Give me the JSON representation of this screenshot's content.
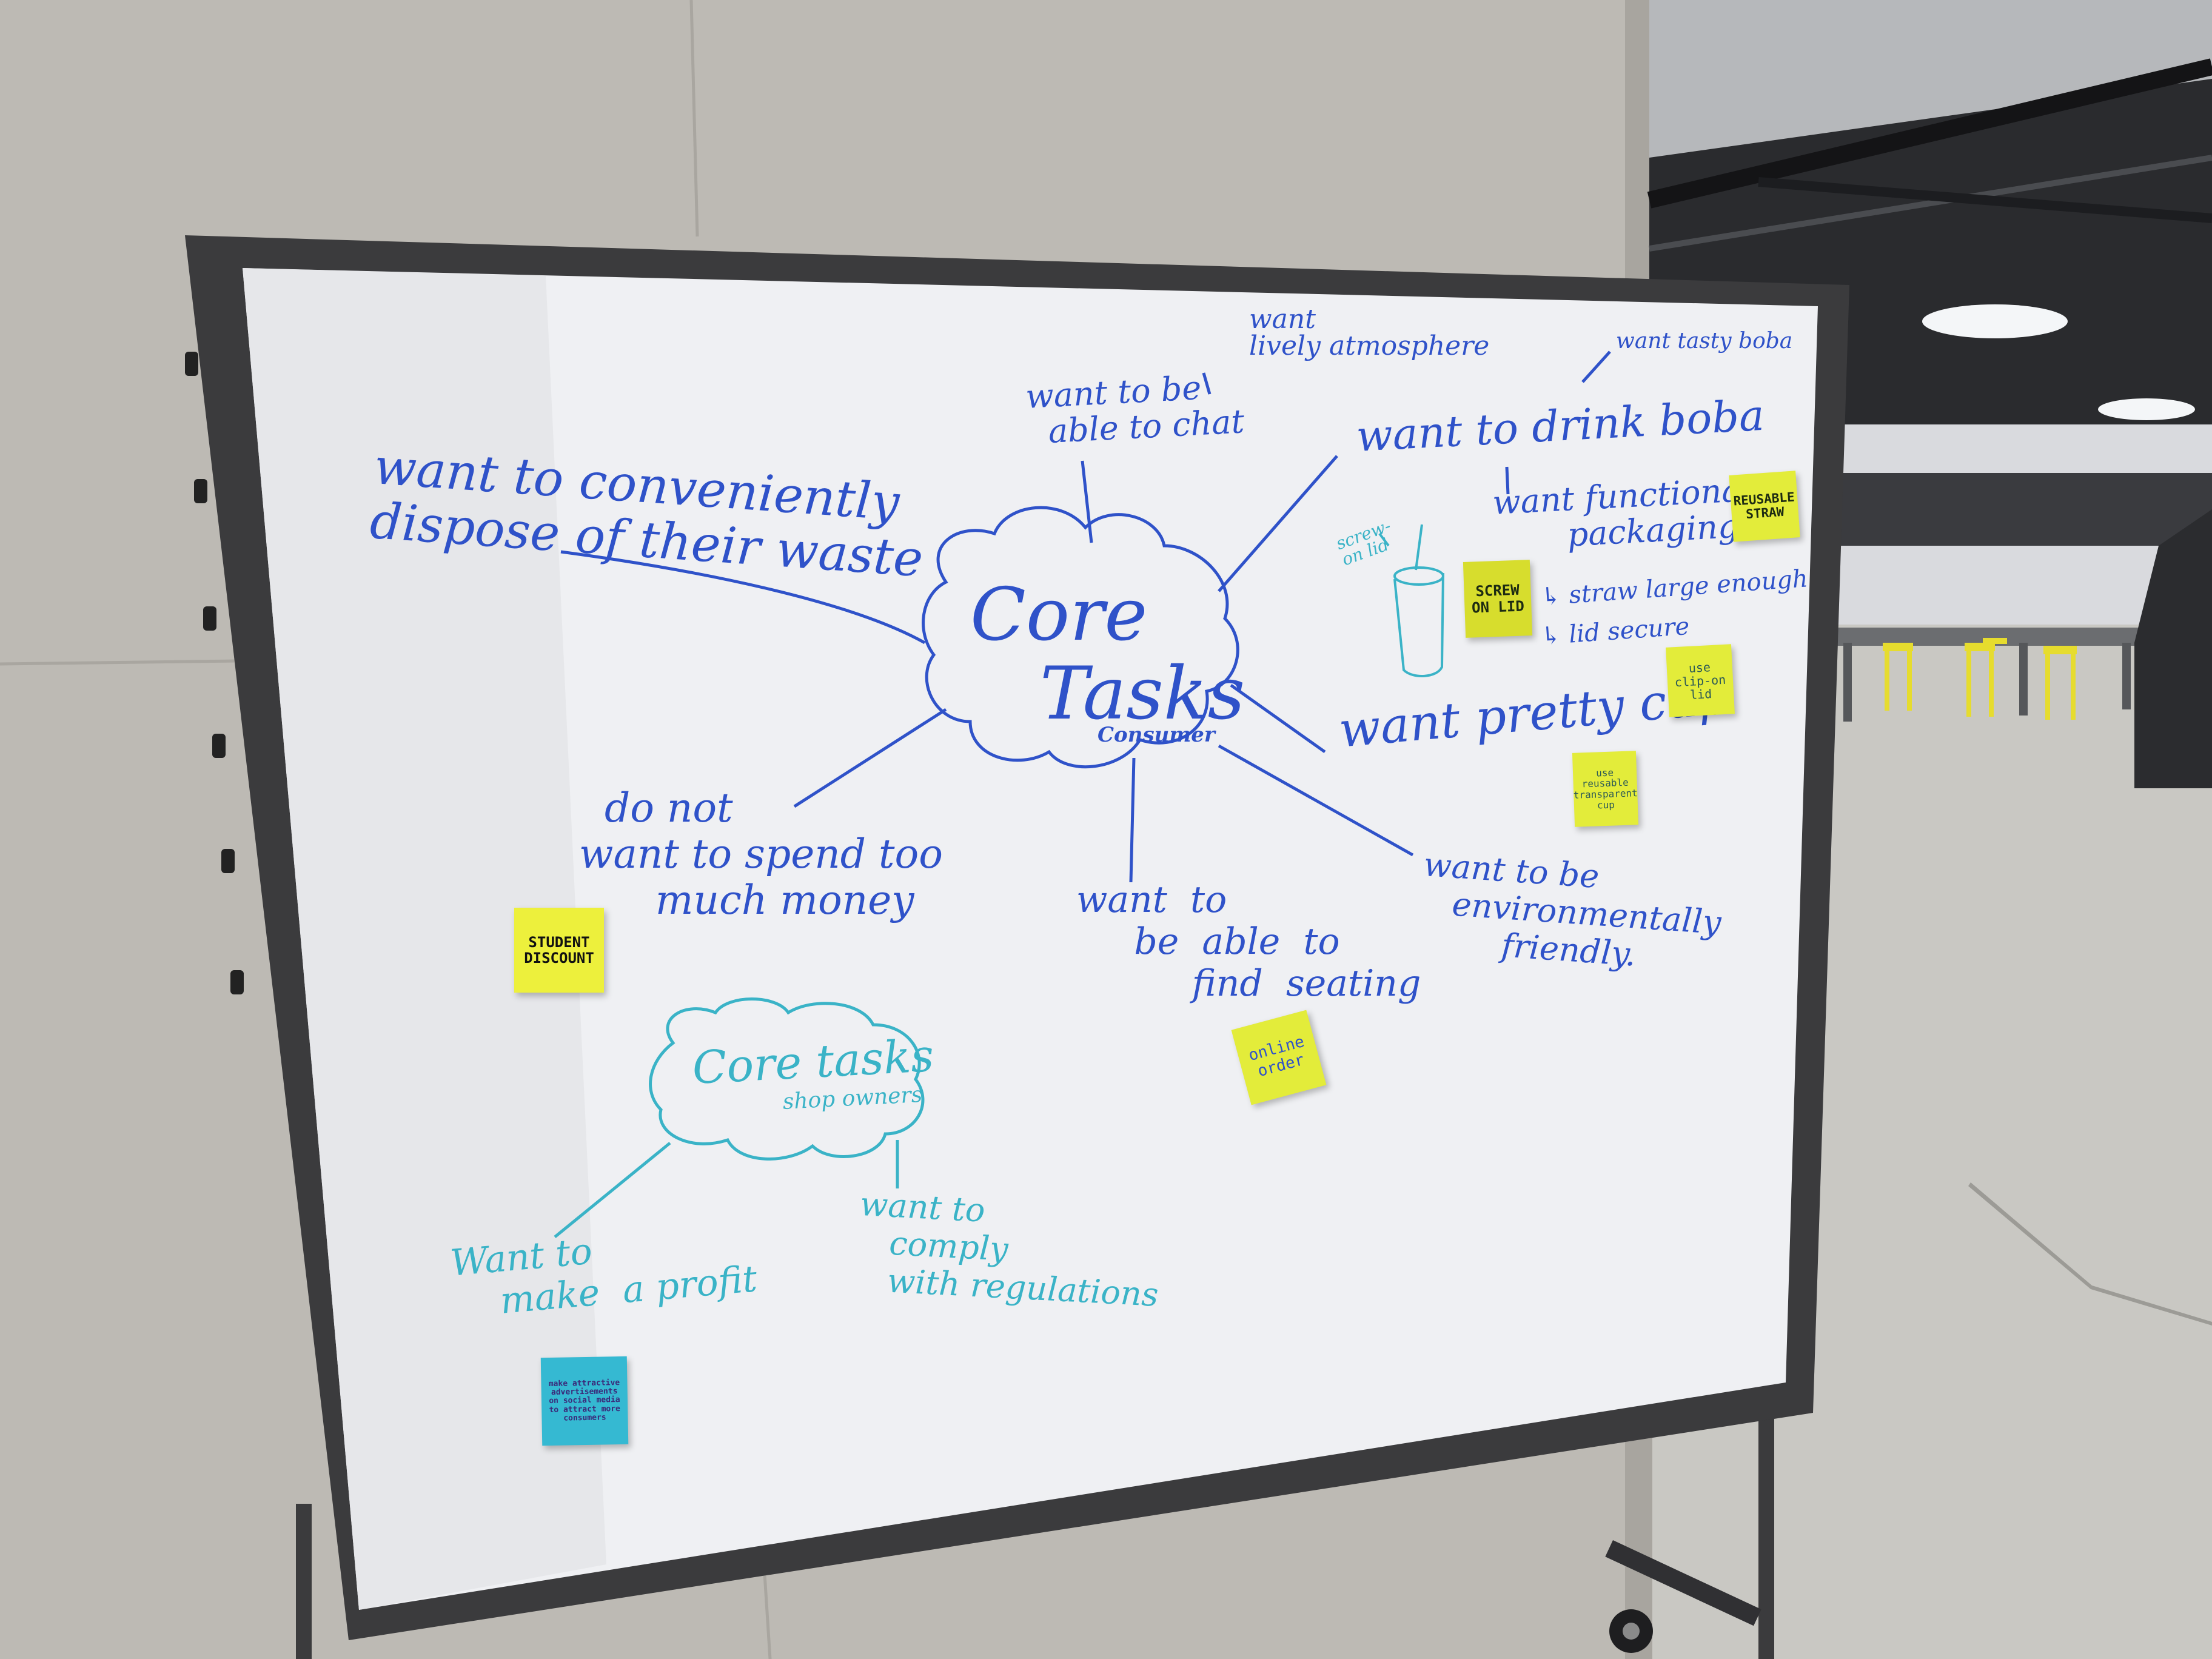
{
  "colors": {
    "wall": "#bdbab4",
    "board_surface": "#eff0f3",
    "board_frame": "#3b3b3d",
    "marker_blue": "#2f52c9",
    "marker_teal": "#3ab3c7",
    "sticky_yellow": "#e3ec3a",
    "sticky_blue": "#35b9d2",
    "floor": "#c9c8c3",
    "ceiling": "#2a2b2e",
    "stool_yellow": "#e6dc2e"
  },
  "whiteboard": {
    "consumer_cloud": {
      "title_line1": "Core",
      "title_line2": "Tasks",
      "subtitle": "Consumer"
    },
    "consumer_branches": {
      "waste": "want to conveniently\ndispose of their waste",
      "chat": "want to be\n  able to chat",
      "lively": "want\nlively atmosphere",
      "tasty": "want tasty boba",
      "drink": "want to drink boba",
      "packaging": "want functional\n       packaging",
      "straw": "↳ straw large enough",
      "lid": "↳ lid secure",
      "cup_sketch_label": "screw-\non lid",
      "pretty": "want pretty cup",
      "money": "  do not\nwant to spend too\n      much money",
      "seating": "want  to\n     be  able  to\n          find  seating",
      "environment": "want to be\n   environmentally\n        friendly."
    },
    "owner_cloud": {
      "title": "Core tasks",
      "subtitle": "shop owners"
    },
    "owner_branches": {
      "profit": "Want to\n    make  a profit",
      "regulations": "want to\n   comply\n   with regulations"
    },
    "sticky_notes": {
      "reusable_straw": "REUSABLE\nSTRAW",
      "screw_on_lid": "SCREW\nON LID",
      "clip_on_lid": "use\nclip-on\nlid",
      "reusable_cup": "use\nreusable\ntransparent\ncup",
      "student_discount": "STUDENT\nDISCOUNT",
      "online_order": "online\norder",
      "social_media": "make attractive\nadvertisements\non social media\nto attract more\nconsumers"
    }
  }
}
